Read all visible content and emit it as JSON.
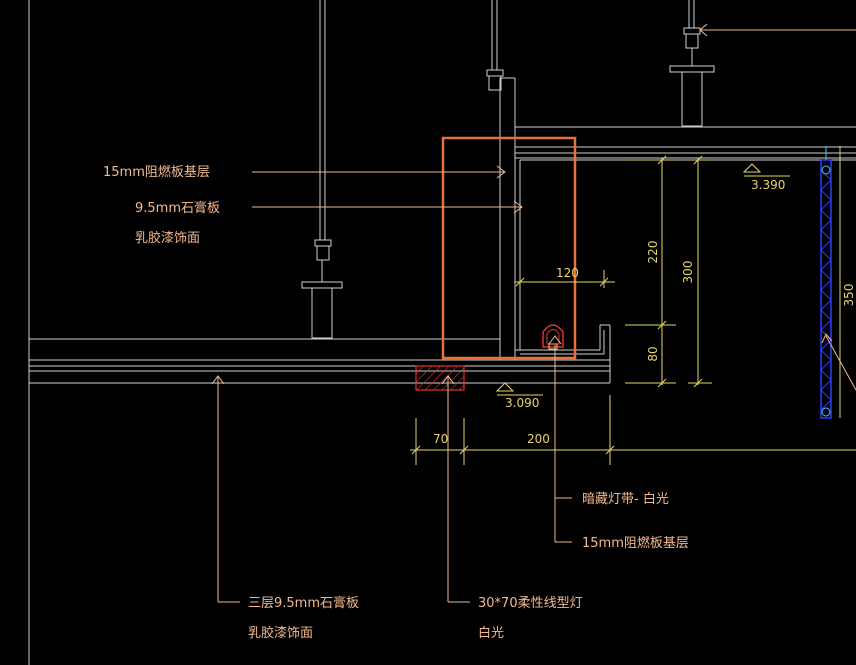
{
  "labels": {
    "base_15mm_top": "15mm阻燃板基层",
    "gypsum_95": "9.5mm石膏板",
    "latex_paint_1": "乳胶漆饰面",
    "hidden_light_strip": "暗藏灯带- 白光",
    "base_15mm_bottom": "15mm阻燃板基层",
    "three_layer_gypsum": "三层9.5mm石膏板",
    "latex_paint_2": "乳胶漆饰面",
    "flex_light_line1": "30*70柔性线型灯",
    "flex_light_line2": "白光"
  },
  "dimensions": {
    "d120": "120",
    "d220": "220",
    "d300": "300",
    "d80": "80",
    "d70": "70",
    "d200": "200",
    "d350": "350"
  },
  "elevations": {
    "upper": "3.390",
    "lower": "3.090"
  },
  "colors": {
    "background": "#000000",
    "structure": "#cfcfcf",
    "leader": "#f2b98f",
    "dimension": "#e6d66a",
    "highlight_box": "#e8703a",
    "hatch": "#e0332b",
    "glass": "#2e3cff"
  },
  "icons": {
    "hanger": "ceiling-hanger-icon",
    "light": "light-fixture-icon"
  }
}
